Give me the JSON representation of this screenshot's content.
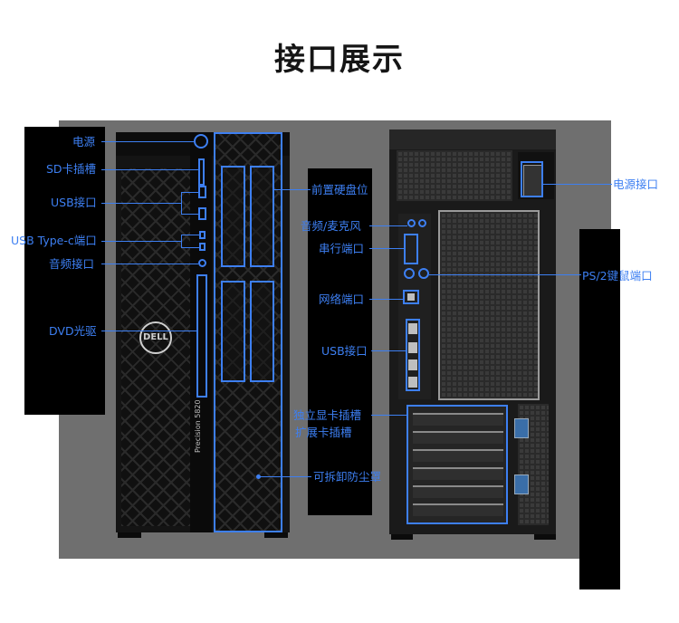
{
  "title": "接口展示",
  "brand": {
    "logo": "DELL",
    "model": "Precision 5820"
  },
  "front_labels": {
    "power": "电源",
    "sd_slot": "SD卡插槽",
    "usb": "USB接口",
    "usb_typec": "USB Type-c端口",
    "audio": "音频接口",
    "dvd": "DVD光驱"
  },
  "middle_labels": {
    "front_drive_bay": "前置硬盘位",
    "audio_mic": "音频/麦克风",
    "serial_port": "串行端口",
    "network_port": "网络端口",
    "usb": "USB接口",
    "gpu_slot": "独立显卡插槽",
    "expansion_slot": "扩展卡插槽",
    "dust_filter": "可拆卸防尘罩"
  },
  "rear_labels": {
    "power_port": "电源接口",
    "ps2_port": "PS/2键鼠端口"
  },
  "colors": {
    "accent": "#3d7ff2",
    "background": "#6f6f6f",
    "panel": "#000000"
  }
}
